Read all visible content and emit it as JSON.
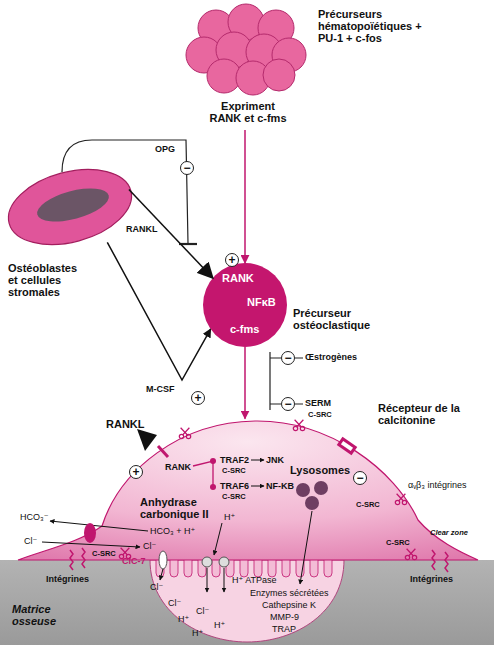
{
  "diagram": {
    "nodes": [
      {
        "text": [
          "Précurseurs hématopoïétiques + PU-1 + c-fos",
          "Expriment RANK et c-fms"
        ]
      },
      {
        "text": [
          "Ostéoblastes et cellules stromales"
        ]
      },
      {
        "text": [
          "RANK",
          "NFκB",
          "c-fms",
          "Précurseur ostéoclastique"
        ]
      },
      {
        "text": [
          "Anhydrase carbonique II",
          "Lysosomes"
        ]
      },
      {
        "text": [
          "Matrice osseuse"
        ]
      }
    ],
    "edges": [
      {
        "from": 0,
        "to": 2,
        "arrow": "to"
      },
      {
        "from": 1,
        "to": 2,
        "label": "RANKL",
        "arrow": "to"
      },
      {
        "from": 1,
        "to": 2,
        "label": "M-CSF",
        "arrow": "to"
      },
      {
        "from": 2,
        "to": 3,
        "arrow": "to"
      }
    ],
    "labels": [
      "OPG",
      "−",
      "+",
      "+",
      "−",
      "Œstrogènes",
      "SERM",
      "−",
      "RANKL",
      "+",
      "RANK",
      "TRAF2",
      "JNK",
      "C-SRC",
      "TRAF6",
      "NF-KB",
      "C-SRC",
      "C-SRC",
      "Récepteur de la calcitonine",
      "−",
      "αᵥβ₃ intégrines",
      "C-SRC",
      "Clear zone",
      "HCO₃⁻",
      "Cl⁻",
      "HCO₃ + H⁺",
      "C-SRC",
      "Cl⁻",
      "ClC-7",
      "Cl⁻",
      "H⁺",
      "H⁺ ATPase",
      "Cl⁻",
      "Cl⁻",
      "H⁺",
      "H⁺",
      "H⁺",
      "Enzymes sécrétées",
      "Cathepsine K",
      "MMP-9",
      "TRAP",
      "Intégrines",
      "Intégrines",
      "C-SRC"
    ]
  }
}
